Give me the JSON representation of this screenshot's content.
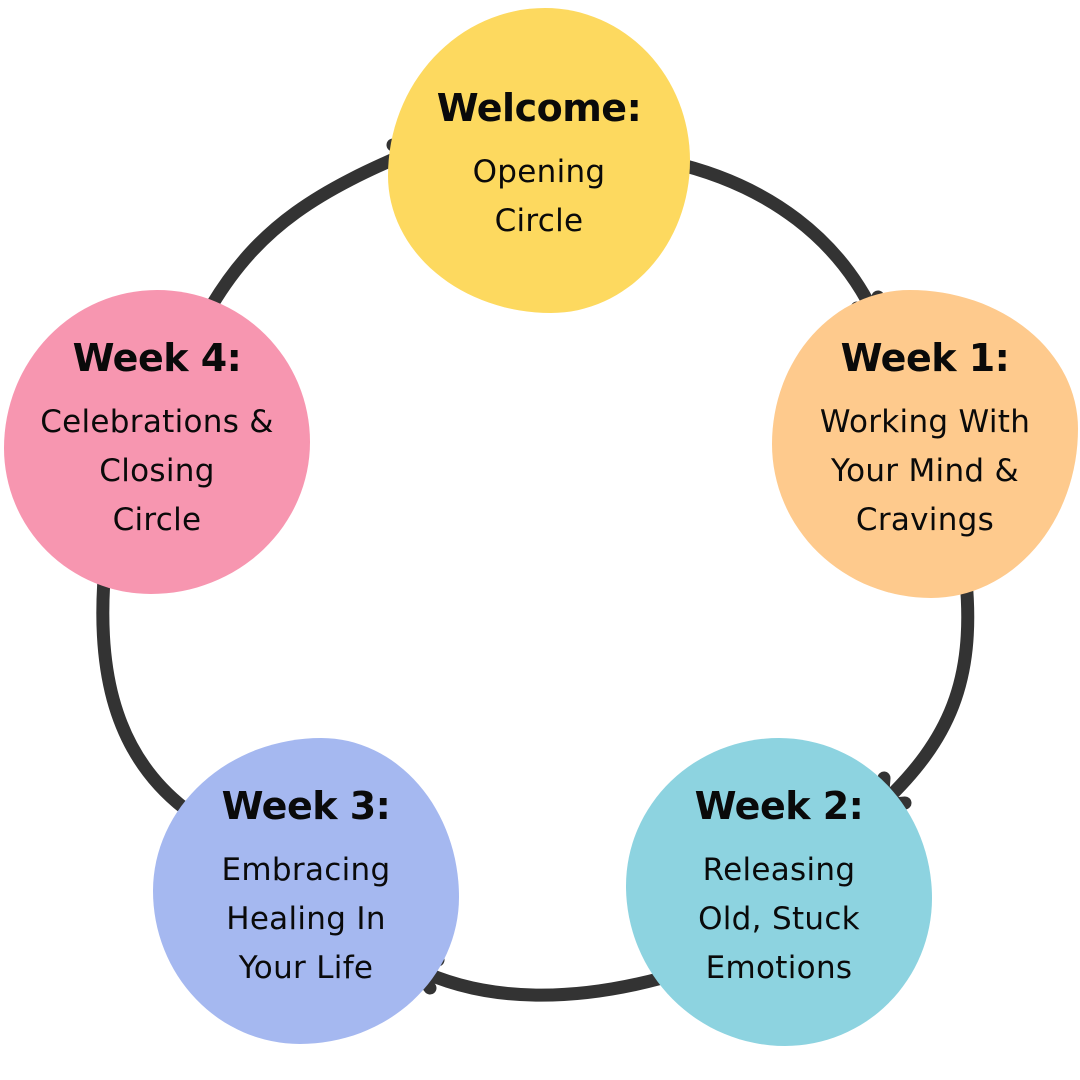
{
  "diagram": {
    "type": "cycle",
    "direction": "clockwise",
    "arrow_color": "#333333",
    "nodes": [
      {
        "id": "welcome",
        "title": "Welcome:",
        "description": "Opening\nCircle",
        "color": "#FDD95F"
      },
      {
        "id": "week1",
        "title": "Week 1:",
        "description": "Working With\nYour Mind &\nCravings",
        "color": "#FECA8D"
      },
      {
        "id": "week2",
        "title": "Week 2:",
        "description": "Releasing\nOld, Stuck\nEmotions",
        "color": "#8DD3E0"
      },
      {
        "id": "week3",
        "title": "Week 3:",
        "description": "Embracing\nHealing In\nYour Life",
        "color": "#A5B8F0"
      },
      {
        "id": "week4",
        "title": "Week 4:",
        "description": "Celebrations &\nClosing\nCircle",
        "color": "#F796B0"
      }
    ],
    "edges": [
      {
        "from": "welcome",
        "to": "week1"
      },
      {
        "from": "week1",
        "to": "week2"
      },
      {
        "from": "week2",
        "to": "week3"
      },
      {
        "from": "week3",
        "to": "week4"
      },
      {
        "from": "week4",
        "to": "welcome"
      }
    ]
  }
}
